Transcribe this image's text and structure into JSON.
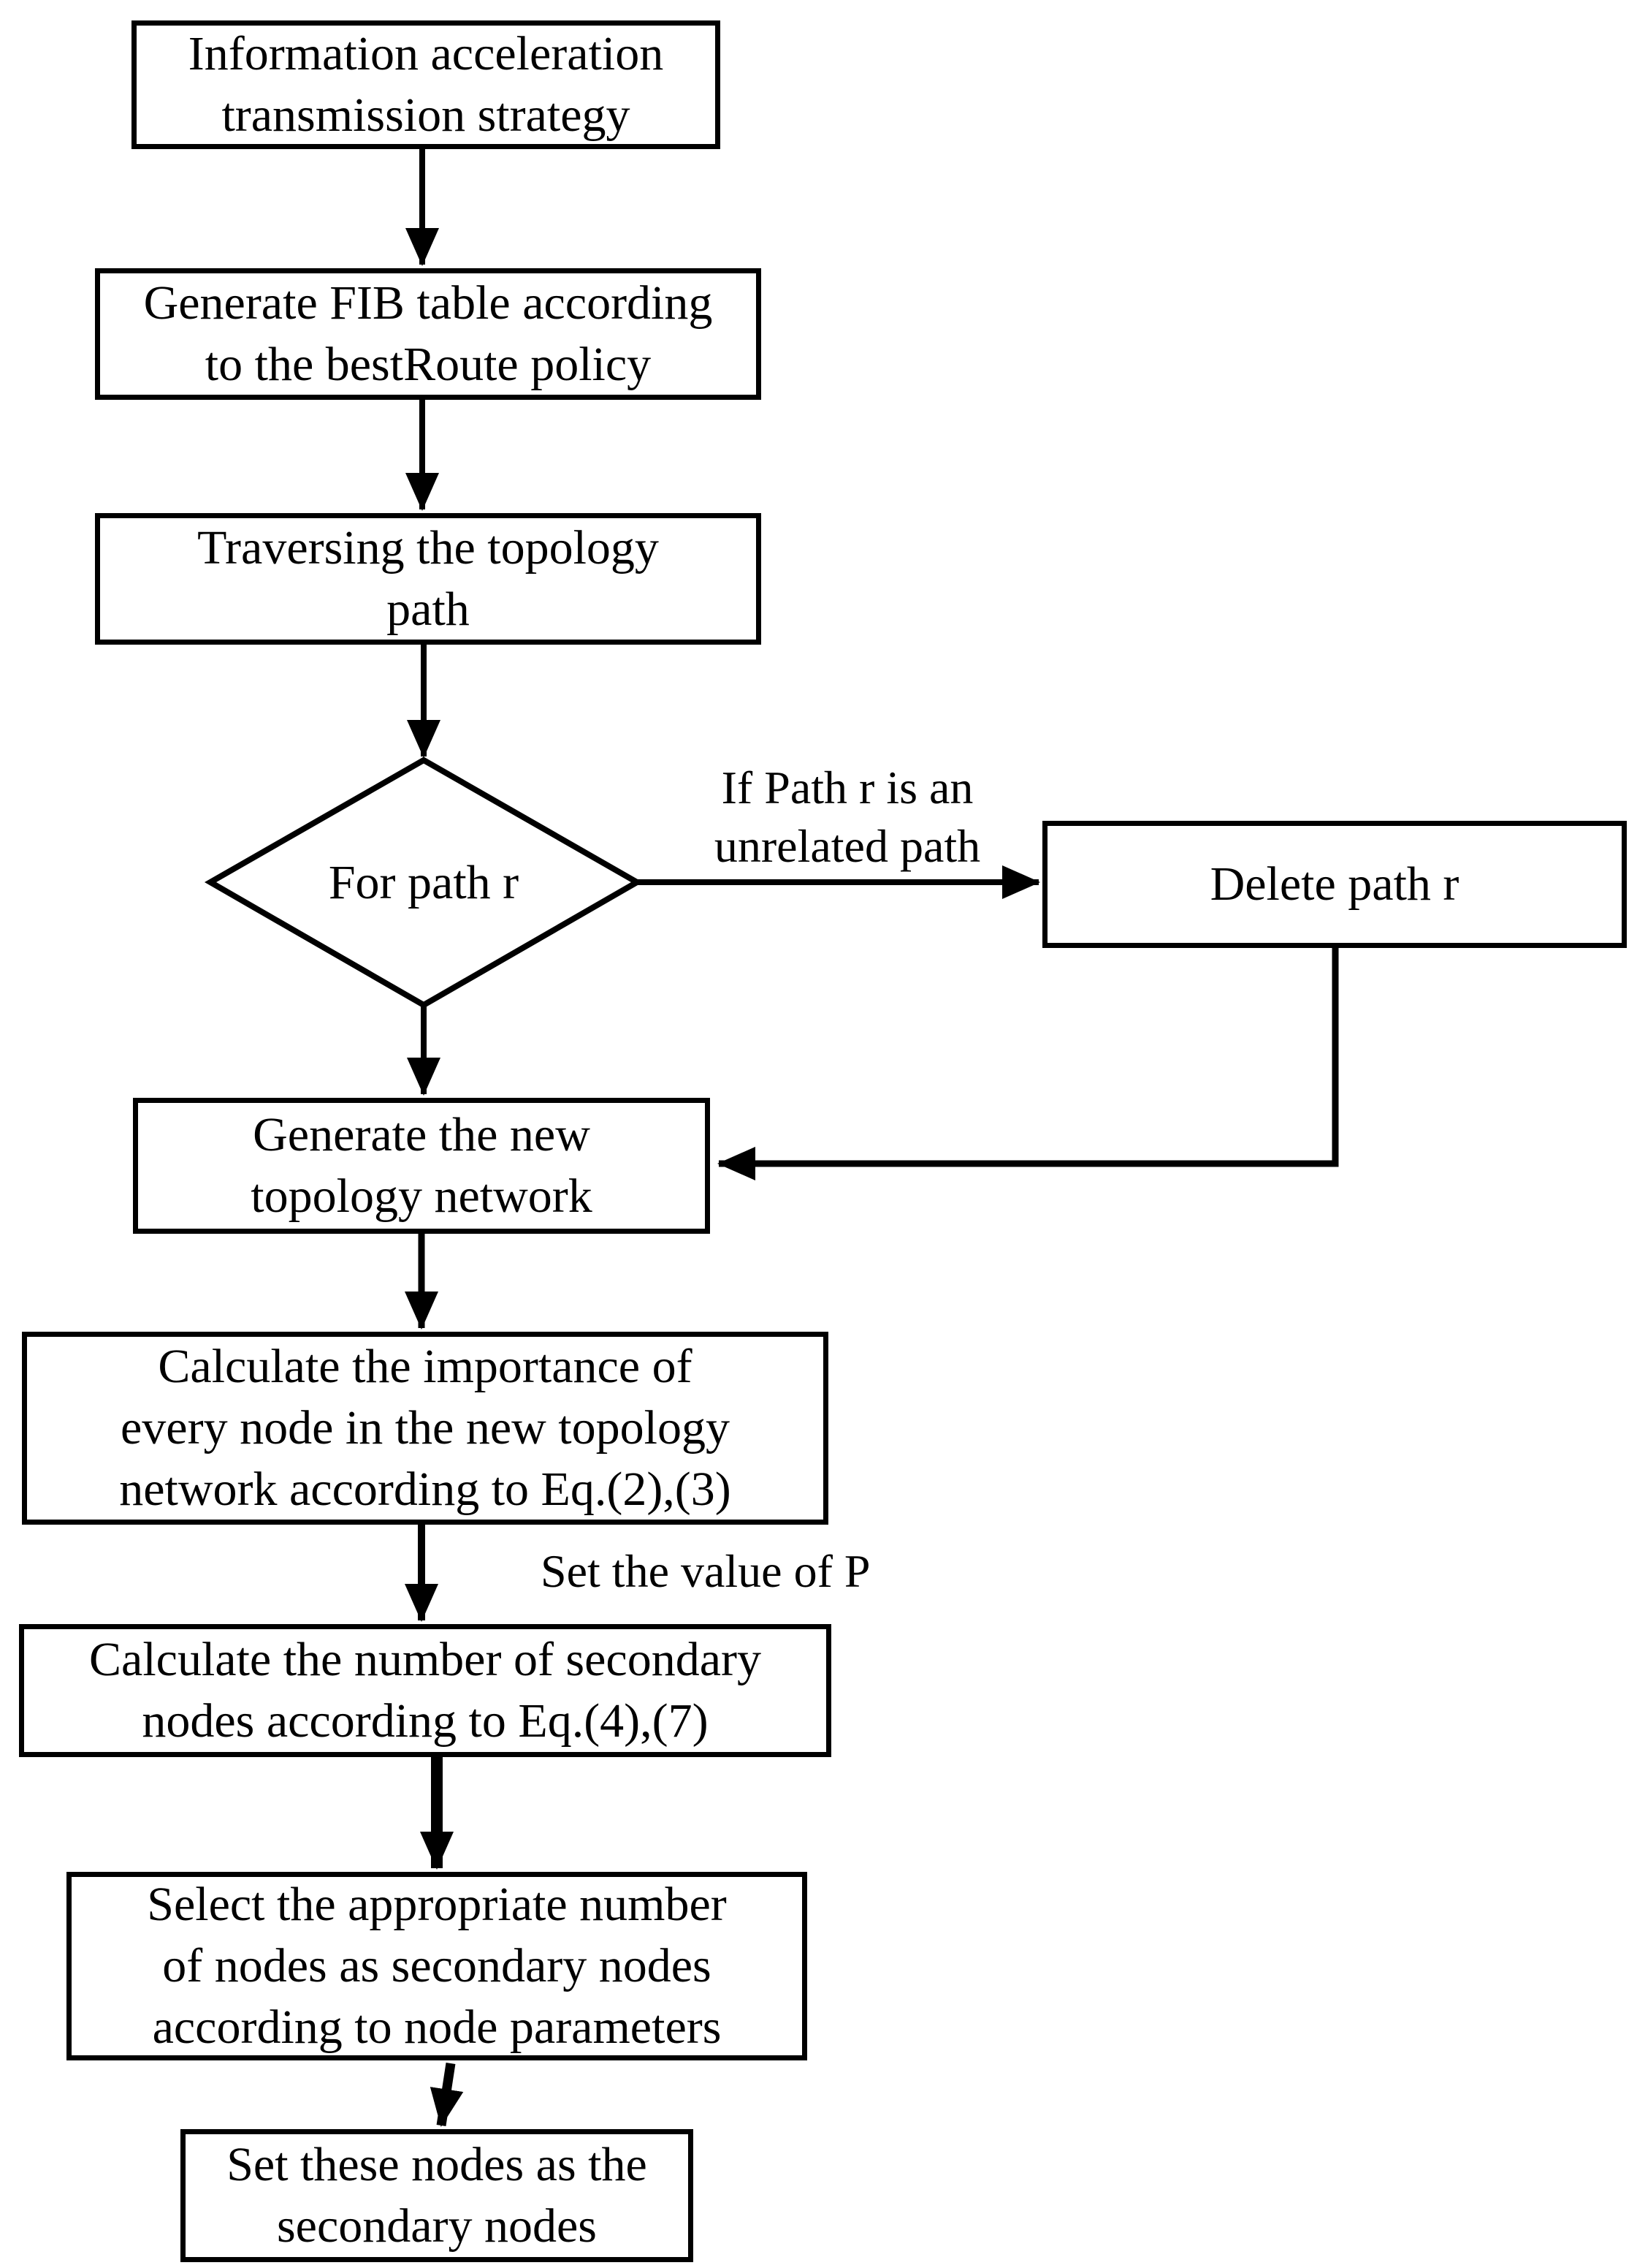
{
  "flowchart": {
    "colors": {
      "stroke": "#000000",
      "fill": "#ffffff",
      "text": "#000000"
    },
    "nodes": [
      {
        "id": "start",
        "type": "process",
        "label": "Information acceleration\ntransmission strategy"
      },
      {
        "id": "fib",
        "type": "process",
        "label": "Generate FIB table according\nto the bestRoute policy"
      },
      {
        "id": "traverse",
        "type": "process",
        "label": "Traversing the topology\npath"
      },
      {
        "id": "for-path",
        "type": "decision",
        "label": "For path r"
      },
      {
        "id": "delete-path",
        "type": "process",
        "label": "Delete path r"
      },
      {
        "id": "new-topology",
        "type": "process",
        "label": "Generate the new\ntopology network"
      },
      {
        "id": "importance",
        "type": "process",
        "label": "Calculate the importance  of\nevery node in the new topology\nnetwork according to Eq.(2),(3)"
      },
      {
        "id": "secondary-count",
        "type": "process",
        "label": "Calculate the number of secondary\nnodes according to Eq.(4),(7)"
      },
      {
        "id": "select-nodes",
        "type": "process",
        "label": "Select the appropriate number\nof nodes as secondary nodes\naccording to node parameters"
      },
      {
        "id": "set-secondary",
        "type": "process",
        "label": "Set these nodes as the\nsecondary nodes"
      }
    ],
    "edges": [
      {
        "from": "start",
        "to": "fib",
        "label": ""
      },
      {
        "from": "fib",
        "to": "traverse",
        "label": ""
      },
      {
        "from": "traverse",
        "to": "for-path",
        "label": ""
      },
      {
        "from": "for-path",
        "to": "new-topology",
        "label": ""
      },
      {
        "from": "for-path",
        "to": "delete-path",
        "label": "If  Path r is an\nunrelated path"
      },
      {
        "from": "delete-path",
        "to": "new-topology",
        "label": ""
      },
      {
        "from": "new-topology",
        "to": "importance",
        "label": ""
      },
      {
        "from": "importance",
        "to": "secondary-count",
        "label": "Set the value of P"
      },
      {
        "from": "secondary-count",
        "to": "select-nodes",
        "label": ""
      },
      {
        "from": "select-nodes",
        "to": "set-secondary",
        "label": ""
      }
    ]
  }
}
